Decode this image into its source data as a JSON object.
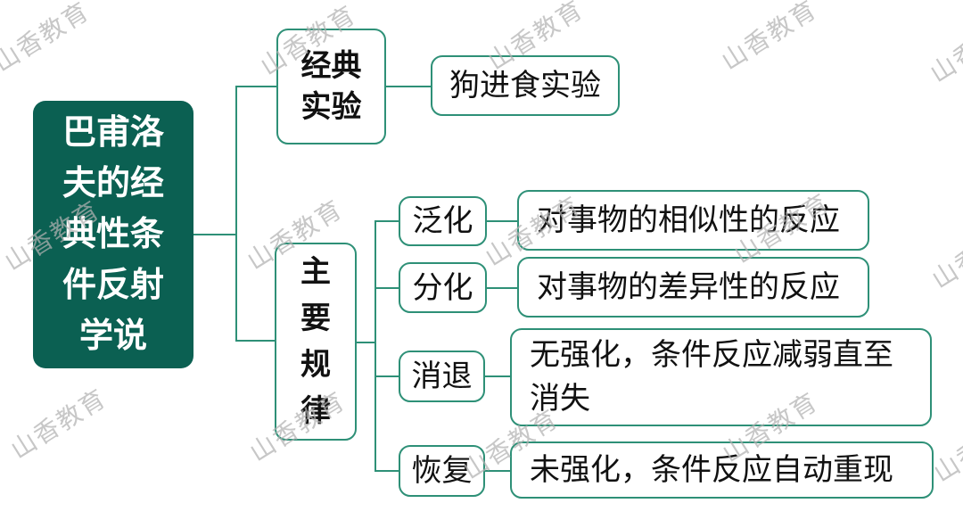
{
  "diagram": {
    "root": {
      "label": "巴甫洛夫的经典性条件反射学说"
    },
    "branches": [
      {
        "label": "经典实验",
        "children": [
          {
            "label": "狗进食实验"
          }
        ]
      },
      {
        "label": "主要规律",
        "children": [
          {
            "label": "泛化",
            "desc": "对事物的相似性的反应"
          },
          {
            "label": "分化",
            "desc": "对事物的差异性的反应"
          },
          {
            "label": "消退",
            "desc": "无强化，条件反应减弱直至消失"
          },
          {
            "label": "恢复",
            "desc": "未强化，条件反应自动重现"
          }
        ]
      }
    ]
  },
  "watermark": {
    "text": "山香教育"
  },
  "colors": {
    "root_fill": "#0b6052",
    "root_text": "#ffffff",
    "line_green": "#2e9077",
    "node_text": "#111111",
    "watermark_gray": "#b2b2b2"
  }
}
